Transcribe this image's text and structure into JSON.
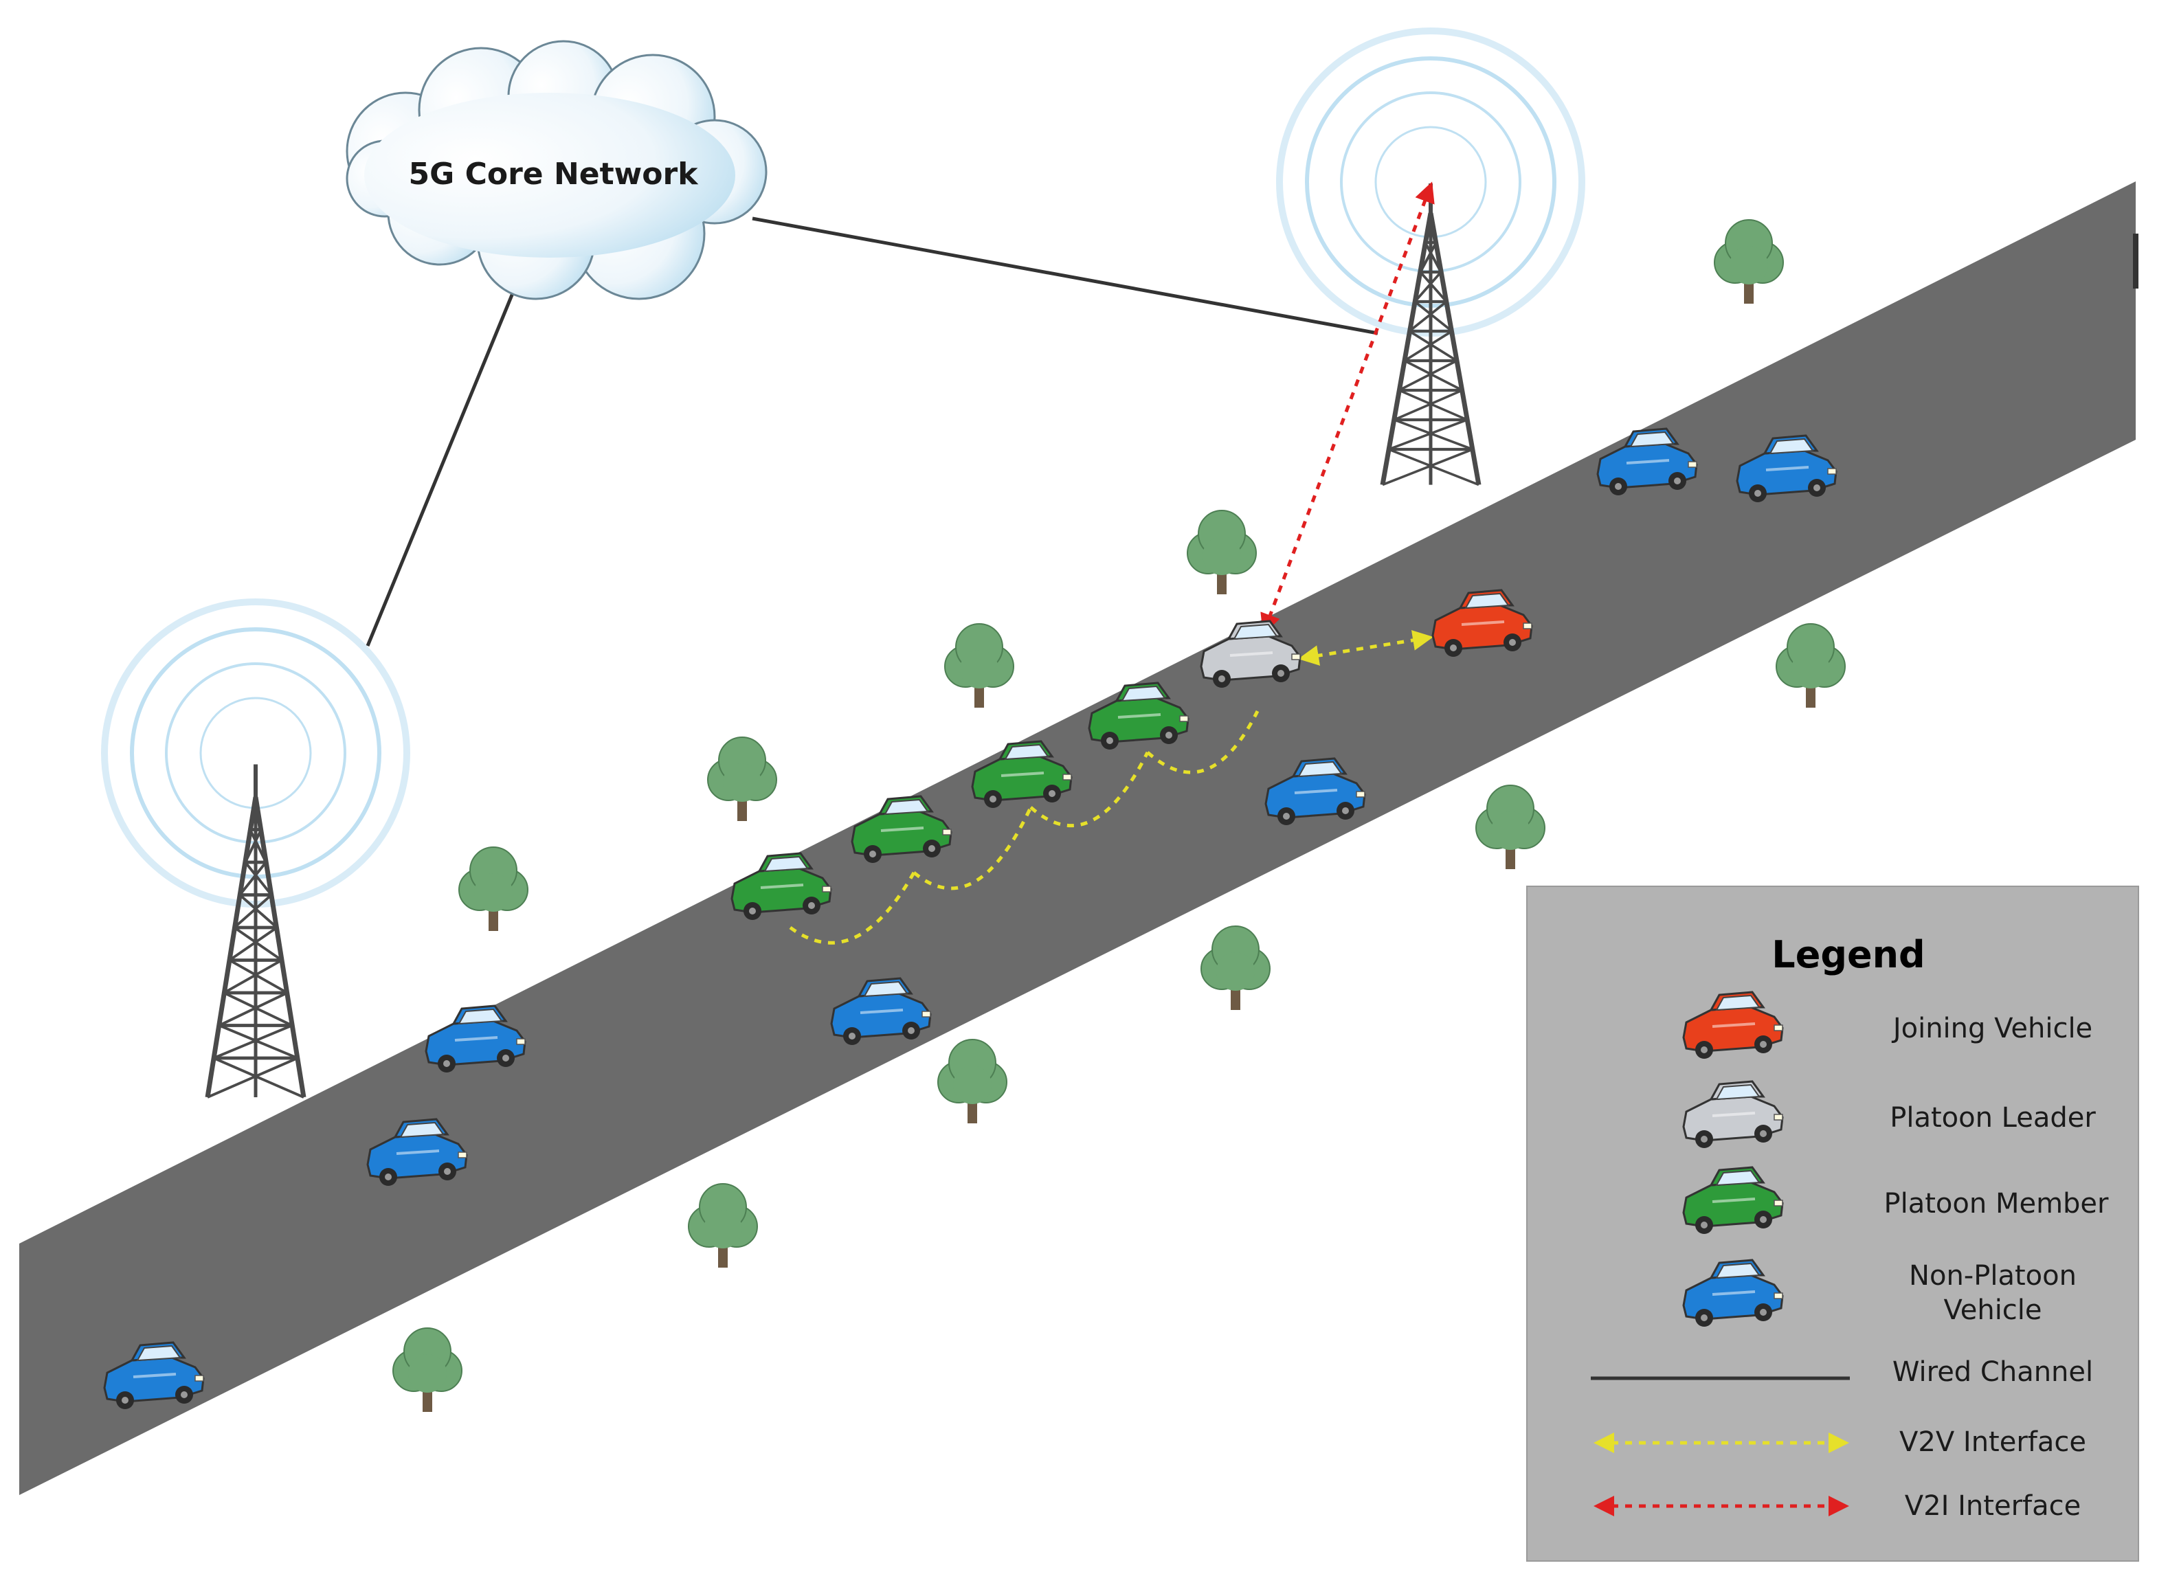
{
  "cloud": {
    "label": "5G Core Network"
  },
  "legend": {
    "title": "Legend",
    "items": [
      {
        "label": "Joining Vehicle",
        "color": "#e8401c"
      },
      {
        "label": "Platoon Leader",
        "color": "#c9ccd1"
      },
      {
        "label": "Platoon Member",
        "color": "#2e9b3a"
      },
      {
        "label": "Non-Platoon",
        "label2": "Vehicle",
        "color": "#1f7fd6"
      },
      {
        "label": "Wired Channel",
        "color": "#333333"
      },
      {
        "label": "V2V Interface",
        "color": "#e6e02a"
      },
      {
        "label": "V2I Interface",
        "color": "#e02020"
      }
    ]
  },
  "colors": {
    "road": "#6b6b6b",
    "tree": "#6fa774",
    "tree_trunk": "#6e5a44",
    "tower": "#4a4a4a",
    "legend_bg": "#b3b3b3"
  }
}
